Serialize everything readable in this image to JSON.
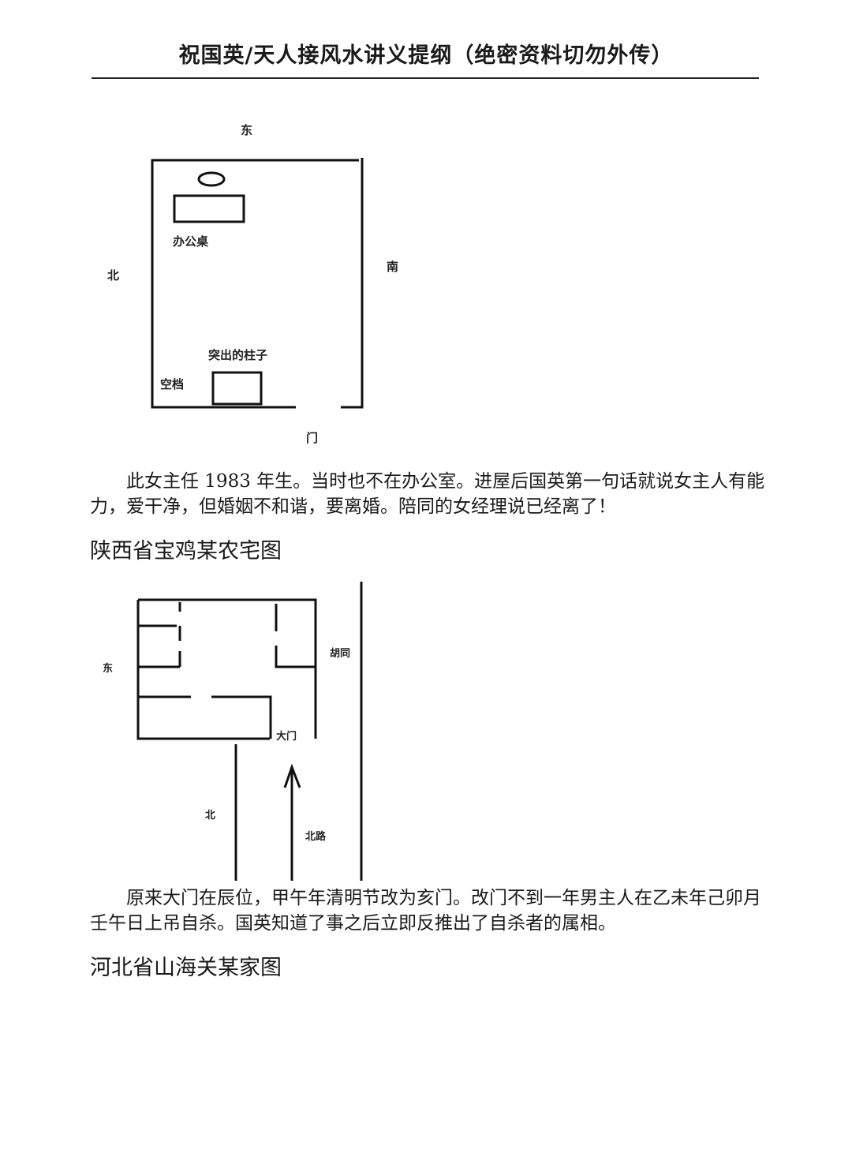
{
  "header": {
    "title": "祝国英/天人接风水讲义提纲（绝密资料切勿外传）"
  },
  "plan1": {
    "labels": {
      "east": "东",
      "north": "北",
      "south": "南",
      "door": "门",
      "desk": "办公桌",
      "pillar": "突出的柱子",
      "gap": "空档"
    }
  },
  "paragraph1": "此女主任 1983 年生。当时也不在办公室。进屋后国英第一句话就说女主人有能力，爱干净，但婚姻不和谐，要离婚。陪同的女经理说已经离了！",
  "section2": {
    "title": "陕西省宝鸡某农宅图"
  },
  "plan2": {
    "labels": {
      "east": "东",
      "alley": "胡同",
      "main_gate": "大门",
      "north": "北",
      "north_road": "北路"
    }
  },
  "paragraph2": "原来大门在辰位，甲午年清明节改为亥门。改门不到一年男主人在乙未年己卯月壬午日上吊自杀。国英知道了事之后立即反推出了自杀者的属相。",
  "section3": {
    "title": "河北省山海关某家图"
  }
}
